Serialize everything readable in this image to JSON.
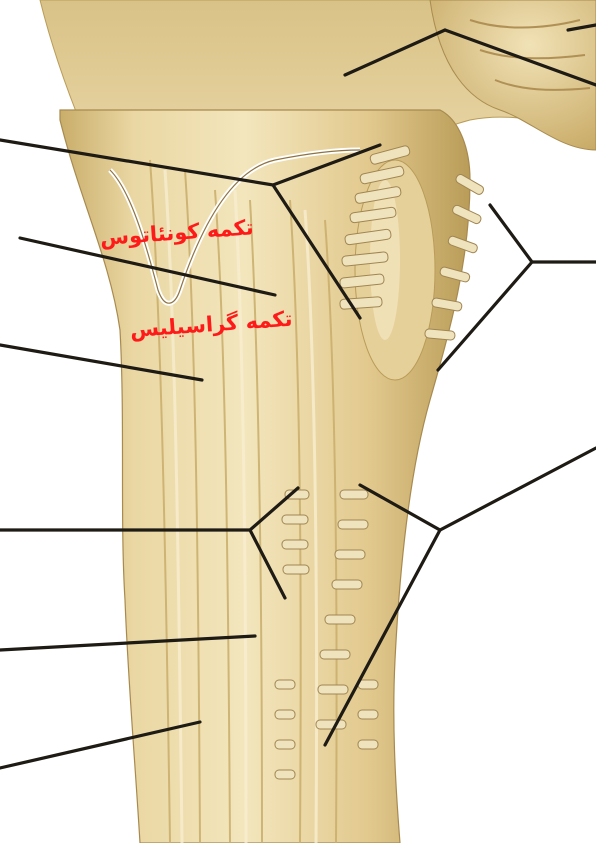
{
  "annotations": [
    "تکمه کونئاتوس",
    "تکمه گراسیلیس"
  ],
  "colors": {
    "annotation_text": "#ff1a1a",
    "leader_line": "#1e1a14",
    "tissue_base": "#e4cf96",
    "tissue_highlight": "#f6ebc6",
    "tissue_shadow": "#b99c58",
    "nerve_root": "#efe3bd",
    "background": "#ffffff"
  },
  "illustration": {
    "subject": "anatomical illustration of brainstem and upper spinal cord with nerve rootlets",
    "leader_line_count": 10
  }
}
